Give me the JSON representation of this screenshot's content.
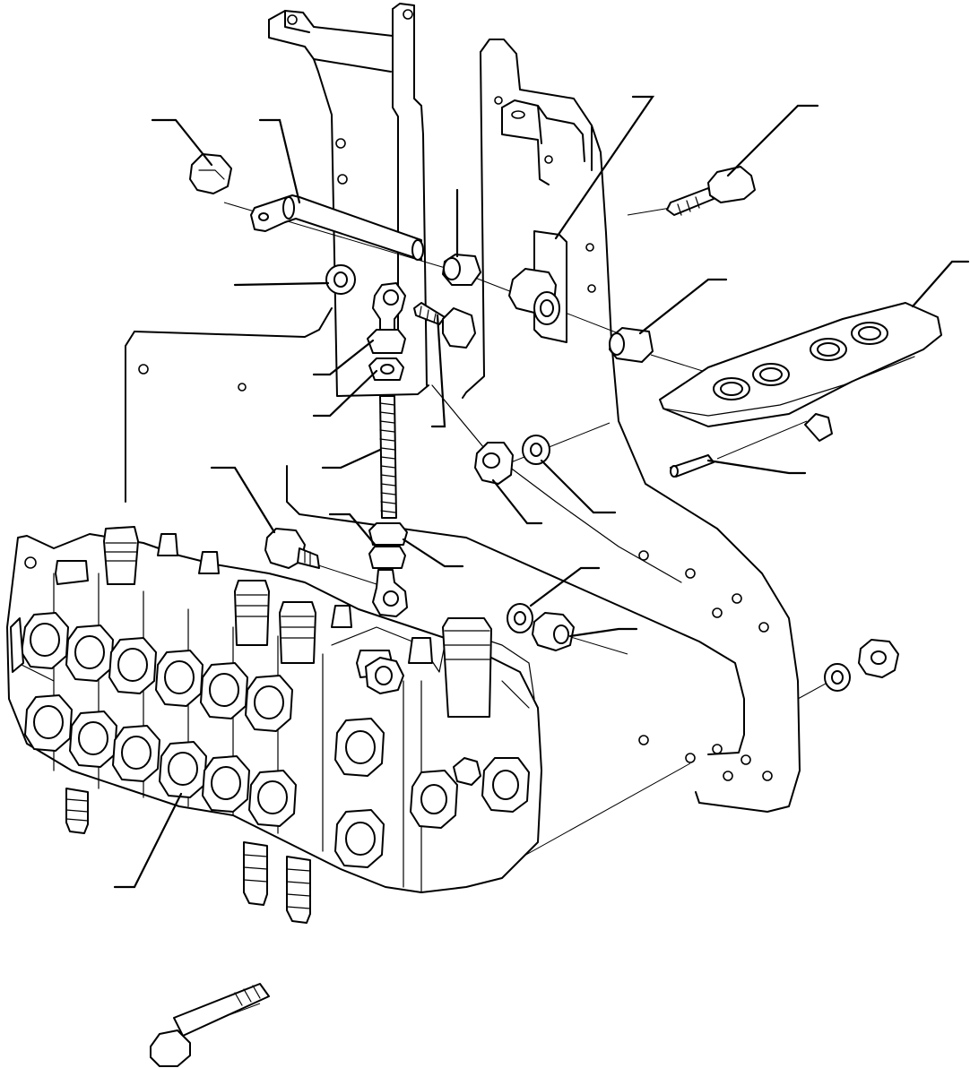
{
  "diagram": {
    "leaders": [
      {
        "id": "L01",
        "label": ""
      },
      {
        "id": "L02",
        "label": ""
      },
      {
        "id": "L03",
        "label": ""
      },
      {
        "id": "L04",
        "label": ""
      },
      {
        "id": "L05",
        "label": ""
      },
      {
        "id": "L06",
        "label": ""
      },
      {
        "id": "L07",
        "label": ""
      },
      {
        "id": "L08",
        "label": ""
      },
      {
        "id": "L09",
        "label": ""
      },
      {
        "id": "L10",
        "label": ""
      },
      {
        "id": "L11",
        "label": ""
      },
      {
        "id": "L12",
        "label": ""
      },
      {
        "id": "L13",
        "label": ""
      },
      {
        "id": "L14",
        "label": ""
      },
      {
        "id": "L15",
        "label": ""
      },
      {
        "id": "L16",
        "label": ""
      },
      {
        "id": "L17",
        "label": ""
      },
      {
        "id": "L18",
        "label": ""
      },
      {
        "id": "L19",
        "label": ""
      },
      {
        "id": "L20",
        "label": ""
      },
      {
        "id": "L21",
        "label": ""
      }
    ]
  }
}
